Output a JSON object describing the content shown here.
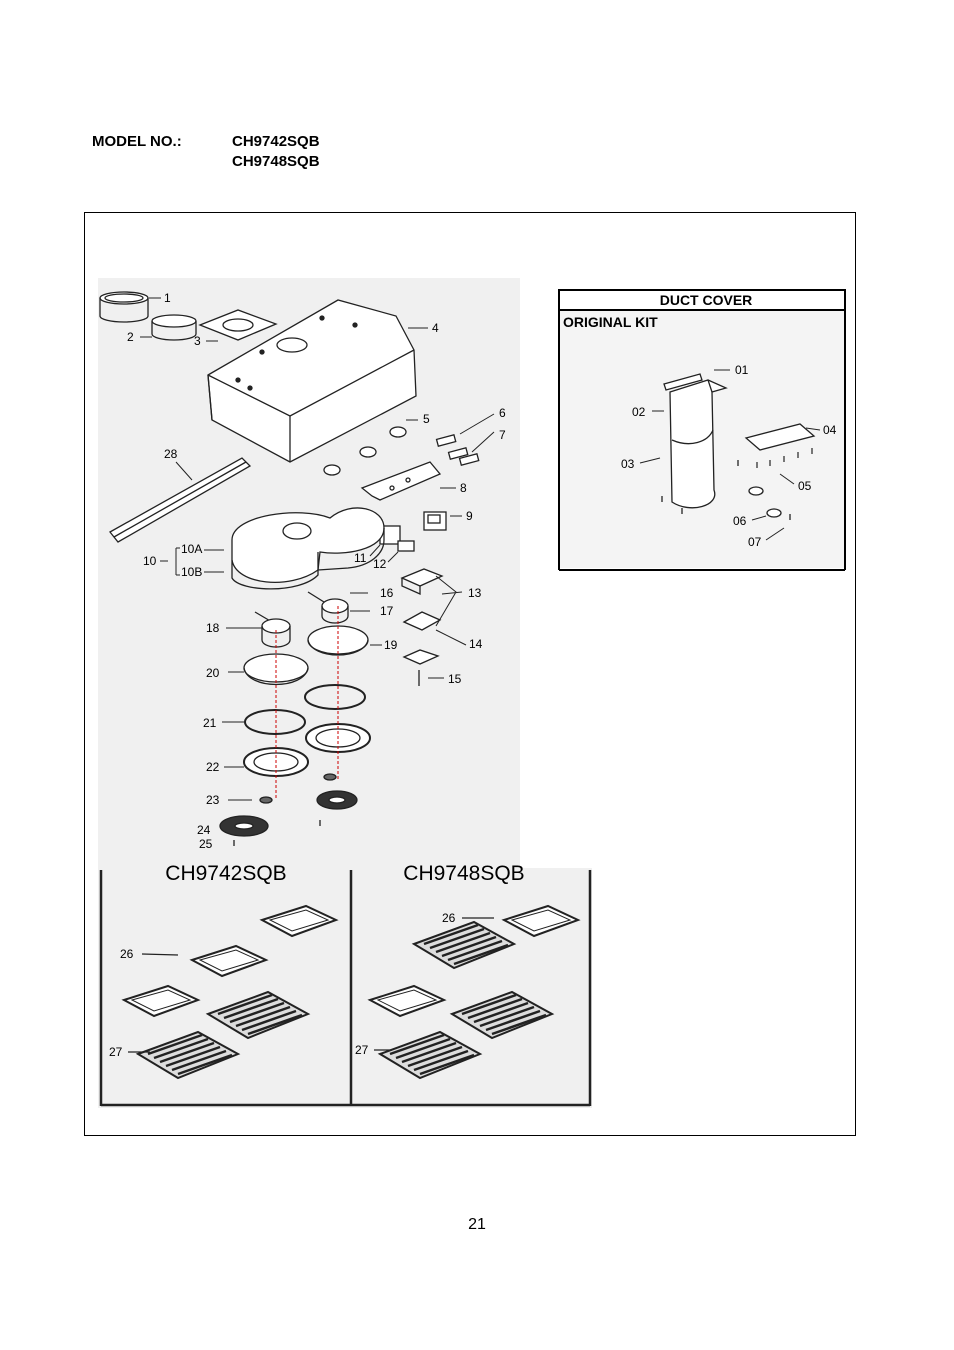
{
  "header": {
    "model_label": "MODEL NO.:",
    "models": [
      "CH9742SQB",
      "CH9748SQB"
    ]
  },
  "duct_cover": {
    "title": "DUCT COVER",
    "subtitle": "ORIGINAL KIT",
    "labels": [
      "01",
      "02",
      "03",
      "04",
      "05",
      "06",
      "07"
    ]
  },
  "parts": {
    "labels": [
      "1",
      "2",
      "3",
      "4",
      "5",
      "6",
      "7",
      "8",
      "9",
      "10",
      "10A",
      "10B",
      "11",
      "12",
      "13",
      "14",
      "15",
      "16",
      "17",
      "18",
      "19",
      "20",
      "21",
      "22",
      "23",
      "24",
      "25",
      "28"
    ]
  },
  "filters": {
    "left_title": "CH9742SQB",
    "right_title": "CH9748SQB",
    "left_labels": [
      "26",
      "27"
    ],
    "right_labels": [
      "26",
      "27"
    ]
  },
  "footer": {
    "page_number": "21"
  }
}
